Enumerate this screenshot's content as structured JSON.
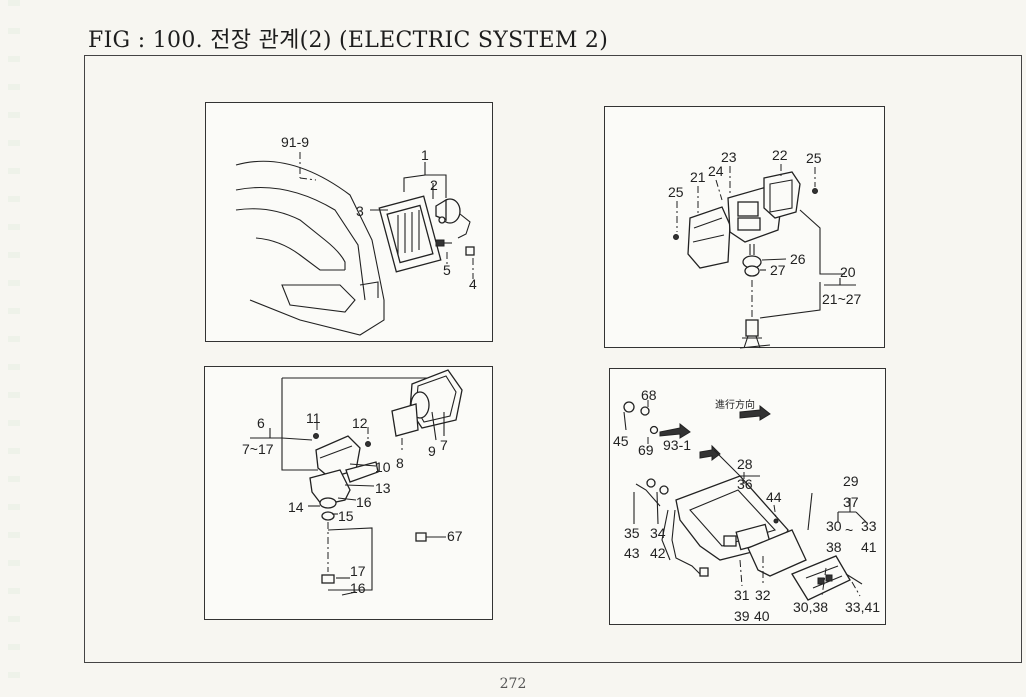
{
  "header": {
    "title": "FIG : 100. 전장 관계(2) (ELECTRIC SYSTEM 2)"
  },
  "footer": {
    "page_number": "272"
  },
  "panels": {
    "headlamp": {
      "labels": [
        "91-9",
        "1",
        "2",
        "3",
        "5",
        "4"
      ]
    },
    "side_lamp": {
      "labels": [
        "21",
        "23",
        "22",
        "25",
        "24",
        "25",
        "26",
        "27",
        "20",
        "21~27"
      ]
    },
    "turn_lamp": {
      "labels": [
        "6",
        "7~17",
        "11",
        "12",
        "10",
        "13",
        "16",
        "14",
        "15",
        "8",
        "9",
        "7",
        "67",
        "17",
        "16"
      ]
    },
    "rear_lamp": {
      "labels": [
        "68",
        "45",
        "69",
        "93-1",
        "28",
        "36",
        "44",
        "29",
        "37",
        "30",
        "~",
        "33",
        "38",
        "41",
        "35",
        "43",
        "34",
        "42",
        "31",
        "32",
        "39",
        "40",
        "30,38",
        "33,41"
      ],
      "annotation": "進行方向"
    }
  }
}
